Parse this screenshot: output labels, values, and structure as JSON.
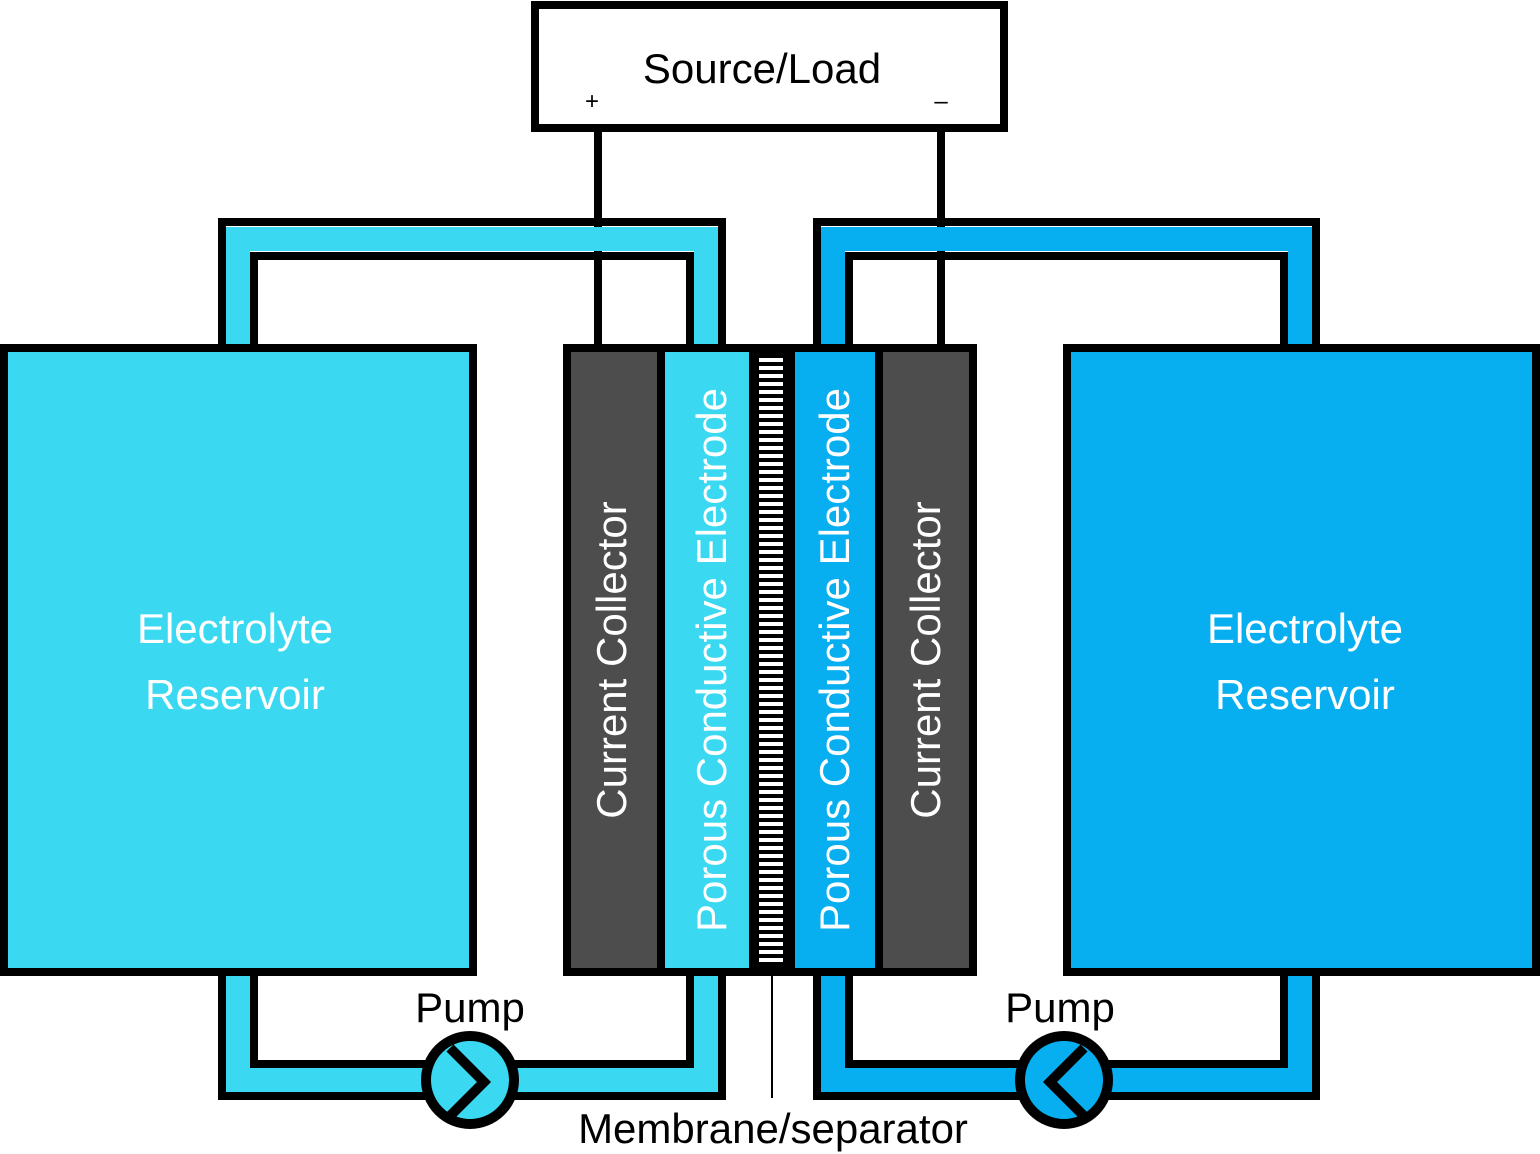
{
  "title": "Redox flow battery schematic",
  "colors": {
    "left_electrolyte": "#3ad9f1",
    "right_electrolyte": "#07aef0",
    "collector": "#4d4d4d",
    "outline": "#000000",
    "text_dark": "#000000",
    "text_light": "#ffffff"
  },
  "source_load": {
    "label": "Source/Load",
    "positive": "+",
    "negative": "–"
  },
  "left": {
    "reservoir_line1": "Electrolyte",
    "reservoir_line2": "Reservoir",
    "collector_label": "Current Collector",
    "electrode_label": "Porous Conductive Electrode",
    "pump_label": "Pump",
    "pump_icon": "pump-chevron-right"
  },
  "right": {
    "reservoir_line1": "Electrolyte",
    "reservoir_line2": "Reservoir",
    "collector_label": "Current Collector",
    "electrode_label": "Porous Conductive Electrode",
    "pump_label": "Pump",
    "pump_icon": "pump-chevron-left"
  },
  "membrane": {
    "label": "Membrane/separator"
  }
}
